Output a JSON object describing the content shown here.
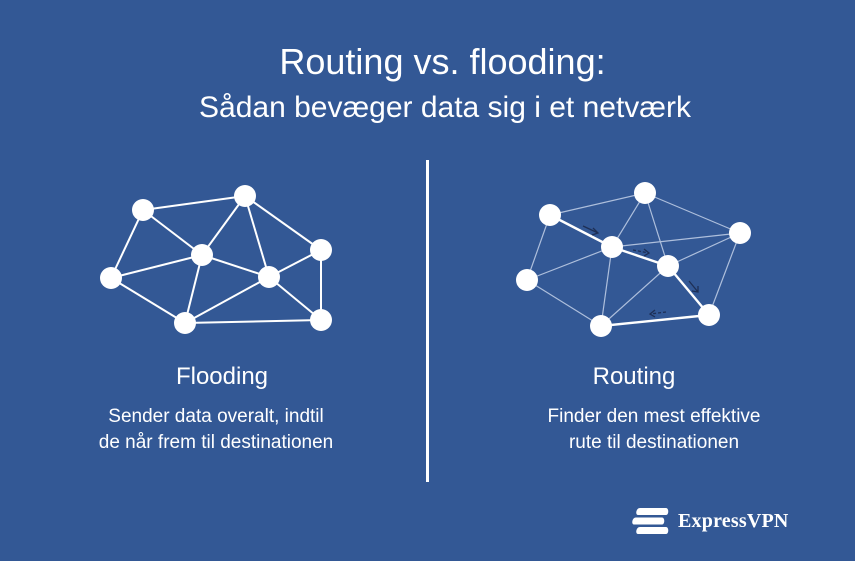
{
  "header": {
    "title": "Routing vs. flooding:",
    "subtitle": "Sådan bevæger data sig i et netværk"
  },
  "flooding": {
    "label": "Flooding",
    "description_line1": "Sender data overalt, indtil",
    "description_line2": "de når frem til destinationen"
  },
  "routing": {
    "label": "Routing",
    "description_line1": "Finder den mest effektive",
    "description_line2": "rute til destinationen"
  },
  "brand": {
    "name": "ExpressVPN",
    "logo_icon": "expressvpn-logo-icon"
  },
  "colors": {
    "background": "#335895",
    "foreground": "#ffffff",
    "arrow": "#1e2f55"
  }
}
